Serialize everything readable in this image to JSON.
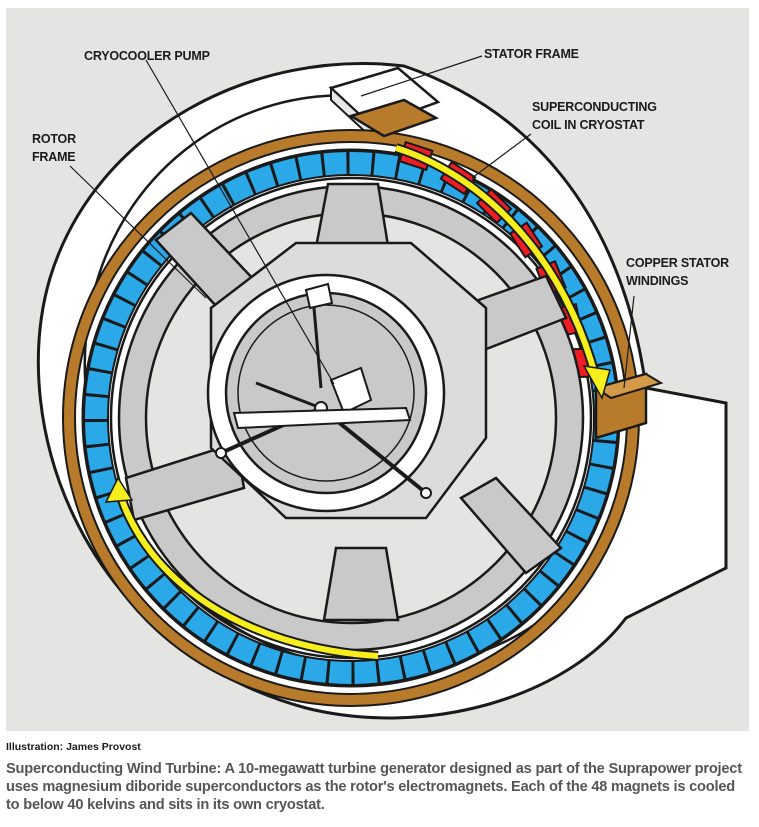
{
  "colors": {
    "background": "#e4e4e2",
    "stator_shell": "#ffffff",
    "copper": "#b77b2b",
    "cryostat": "#2aa8e8",
    "coil": "#ef1c24",
    "arrow": "#f7ee1e",
    "frame": "#c9c9c9",
    "outline": "#1a1a1a"
  },
  "labels": {
    "cryocooler_pump": "CRYOCOOLER PUMP",
    "stator_frame": "STATOR FRAME",
    "superconducting_coil_line1": "SUPERCONDUCTING",
    "superconducting_coil_line2": "COIL IN CRYOSTAT",
    "rotor_frame_line1": "ROTOR",
    "rotor_frame_line2": "FRAME",
    "copper_stator_line1": "COPPER STATOR",
    "copper_stator_line2": "WINDINGS"
  },
  "credit": "Illustration: James Provost",
  "caption": {
    "title": "Superconducting Wind Turbine:",
    "body": "A 10-megawatt turbine generator designed as part of the Suprapower project uses magnesium diboride superconductors as the rotor's electromagnets. Each of the 48 magnets is cooled to below 40 kelvins and sits in its own cryostat."
  }
}
